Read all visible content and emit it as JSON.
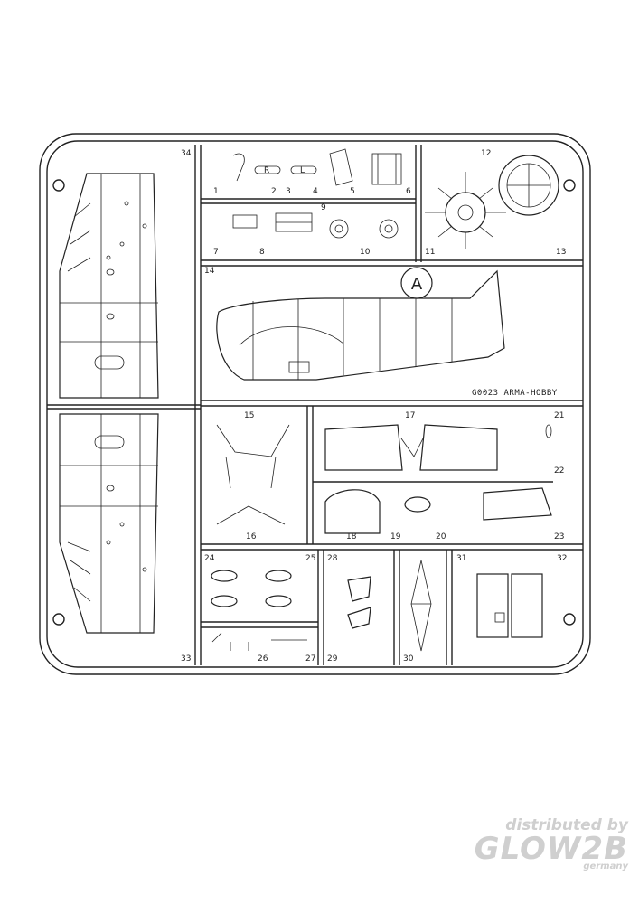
{
  "sprue": {
    "frame_letter": "A",
    "product_code": "G0023 ARMA-HOBBY",
    "part_numbers": [
      "1",
      "2",
      "3",
      "4",
      "5",
      "6",
      "7",
      "8",
      "9",
      "10",
      "11",
      "12",
      "13",
      "14",
      "15",
      "16",
      "17",
      "18",
      "19",
      "20",
      "21",
      "22",
      "23",
      "24",
      "25",
      "26",
      "27",
      "28",
      "29",
      "30",
      "31",
      "32",
      "33",
      "34"
    ],
    "small_markings": {
      "r": "R",
      "l": "L"
    }
  },
  "watermark": {
    "line1": "distributed by",
    "line2": "GLOW2B",
    "line3": "germany"
  },
  "colors": {
    "line": "#222222",
    "background": "#ffffff",
    "watermark": "#cfcfcf"
  }
}
